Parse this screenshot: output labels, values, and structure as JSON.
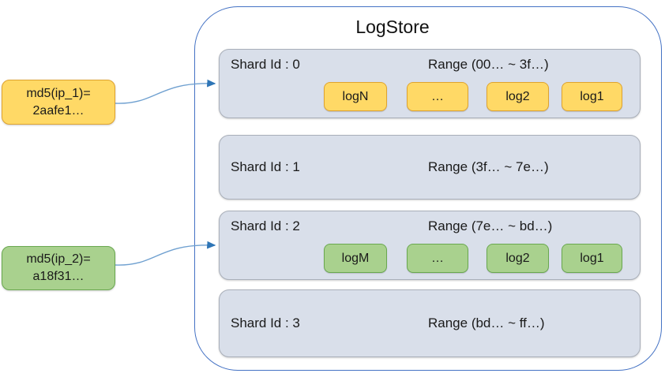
{
  "diagram": {
    "title": "LogStore",
    "hash_nodes": [
      {
        "line1": "md5(ip_1)=",
        "line2": "2aafe1…",
        "theme": "orange",
        "points_to": "Shard Id : 0"
      },
      {
        "line1": "md5(ip_2)=",
        "line2": "a18f31…",
        "theme": "green",
        "points_to": "Shard Id : 2"
      }
    ],
    "shards": [
      {
        "id_label": "Shard Id : 0",
        "range_label": "Range (00… ~ 3f…)",
        "log_theme": "orange",
        "logs": [
          "logN",
          "…",
          "log2",
          "log1"
        ]
      },
      {
        "id_label": "Shard Id : 1",
        "range_label": "Range (3f… ~ 7e…)",
        "log_theme": null,
        "logs": []
      },
      {
        "id_label": "Shard Id : 2",
        "range_label": "Range (7e… ~ bd…)",
        "log_theme": "green",
        "logs": [
          "logM",
          "…",
          "log2",
          "log1"
        ]
      },
      {
        "id_label": "Shard Id : 3",
        "range_label": "Range (bd… ~ ff…)",
        "log_theme": null,
        "logs": []
      }
    ]
  },
  "colors": {
    "orange_fill": "#FFD966",
    "orange_border": "#DFA32E",
    "green_fill": "#A9D18E",
    "green_border": "#69A84F",
    "shard_fill": "#D9DFEA",
    "shard_border": "#A9AFB9",
    "container_border": "#4472C4",
    "arrow_line": "#6FA0D0",
    "arrow_head": "#2E75B6",
    "text": "#1A1A1A"
  }
}
